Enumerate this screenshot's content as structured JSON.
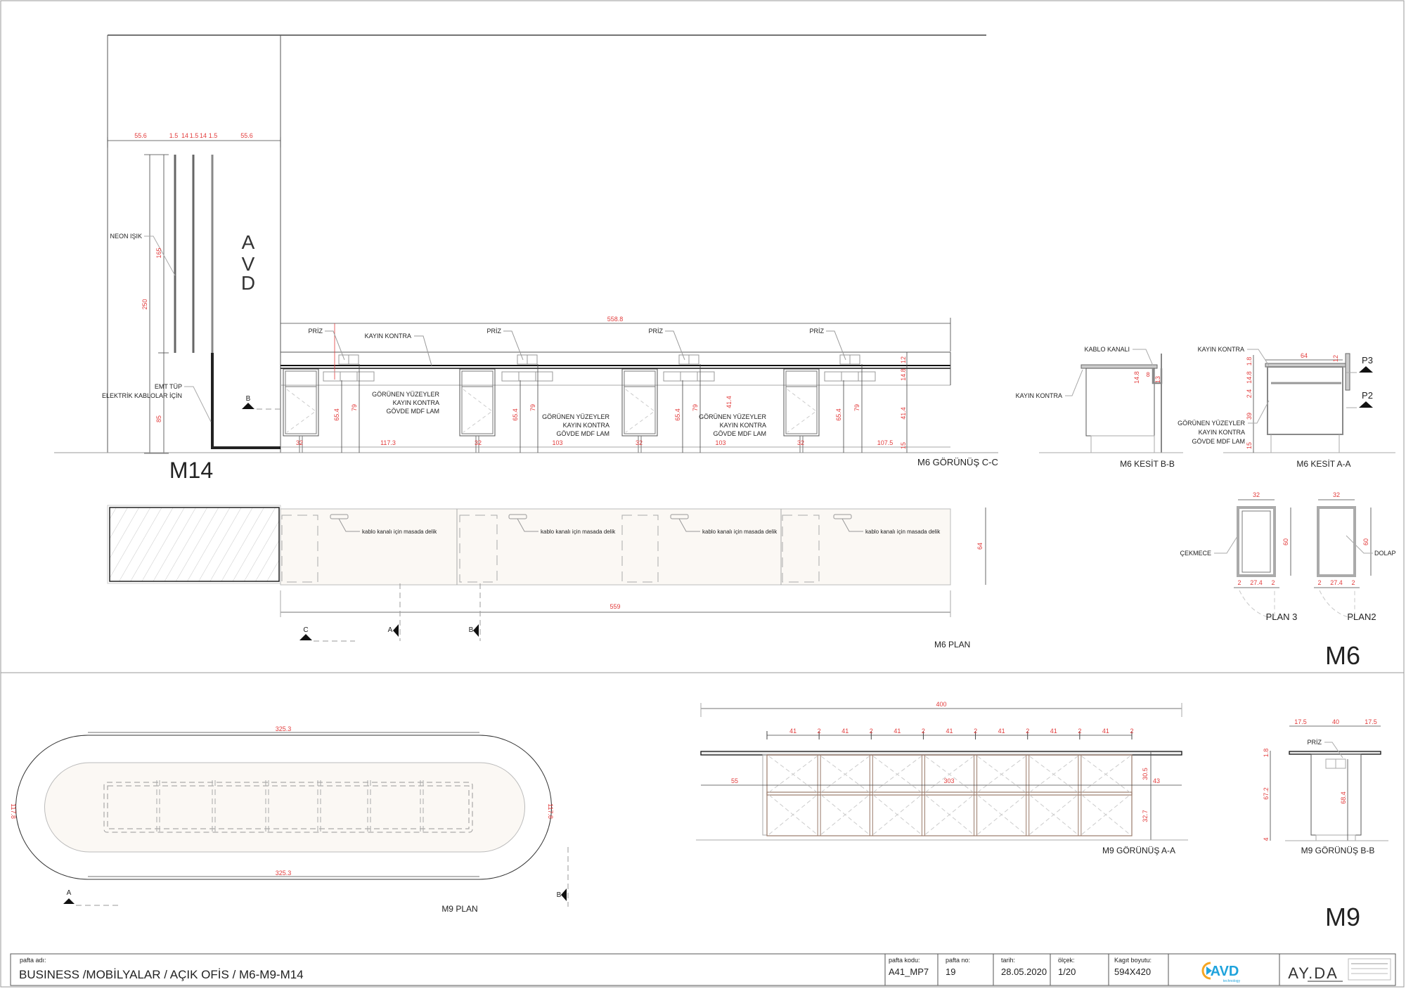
{
  "colors": {
    "dimension": "#e23b3b",
    "line": "#555555",
    "plan_fill": "#fbf8f4",
    "logo_orange": "#f5a623",
    "logo_blue": "#1fa3dc"
  },
  "title_block": {
    "sheet_name_label": "pafta adı:",
    "sheet_name": "BUSINESS /MOBİLYALAR / AÇIK OFİS / M6-M9-M14",
    "code_label": "pafta kodu:",
    "code": "A41_MP7",
    "no_label": "pafta no:",
    "no": "19",
    "date_label": "tarih:",
    "date": "28.05.2020",
    "scale_label": "ölçek:",
    "scale": "1/20",
    "paper_label": "Kagıt boyutu:",
    "paper": "594X420",
    "logo1": "AVD",
    "logo1_sub": "technology",
    "logo2": "AY.DA"
  },
  "m14": {
    "title": "M14",
    "logo_letters": [
      "A",
      "V",
      "D"
    ],
    "neon_label": "NEON IŞIK",
    "emt_label": "EMT TÜP",
    "emt_label2": "ELEKTRİK KABLOLAR İÇİN",
    "dims_top": [
      "55.6",
      "1.5",
      "14",
      "1.5",
      "14",
      "1.5",
      "55.6"
    ],
    "dim_total": "250",
    "dim_neon": "165",
    "dim_base": "85",
    "marker": "B"
  },
  "m6": {
    "title": "M6",
    "elevation": {
      "title": "M6 GÖRÜNÜŞ C-C",
      "overall": "558.8",
      "priz": "PRİZ",
      "kayin": "KAYIN KONTRA",
      "note": [
        "GÖRÜNEN YÜZEYLER",
        "KAYIN KONTRA",
        "GÖVDE MDF LAM"
      ],
      "cabinet_width": "32",
      "socket_h": "65.4",
      "socket_h2": "79",
      "gaps": [
        "117.3",
        "103",
        "103",
        "107.5"
      ],
      "right_dims": [
        "12",
        "14.8",
        "41.4",
        "15"
      ],
      "mid_dim": "41.4"
    },
    "section_bb": {
      "title": "M6 KESİT B-B",
      "kablo": "KABLO KANALI",
      "kayin": "KAYIN KONTRA",
      "dims": [
        "14.8",
        "8",
        "13"
      ]
    },
    "section_aa": {
      "title": "M6 KESİT A-A",
      "kayin": "KAYIN KONTRA",
      "depth": "64",
      "dims": [
        "1.8",
        "14.8",
        "2.4",
        "39",
        "15"
      ],
      "top_dim": "12",
      "markers": [
        "P3",
        "P2"
      ]
    },
    "plan3": {
      "title": "PLAN 3",
      "label": "ÇEKMECE",
      "width": "32",
      "depth": "60",
      "inner": "27.4",
      "side": "2"
    },
    "plan2": {
      "title": "PLAN2",
      "label": "DOLAP",
      "width": "32",
      "depth": "60",
      "inner": "27.4",
      "side": "2"
    },
    "plan": {
      "title": "M6 PLAN",
      "hole_note": "kablo kanalı için masada delik",
      "length": "559",
      "depth": "64",
      "markers": [
        "C",
        "A",
        "B"
      ]
    }
  },
  "m9": {
    "title": "M9",
    "plan": {
      "title": "M9 PLAN",
      "length": "325.3",
      "radius": "117.8",
      "markers": [
        "A",
        "B"
      ]
    },
    "elevation_aa": {
      "title": "M9 GÖRÜNÜŞ A-A",
      "overall": "400",
      "bay": "41",
      "post": "2",
      "left": "55",
      "mid": "303",
      "right": "43",
      "upper": "30.5",
      "lower": "32.7"
    },
    "elevation_bb": {
      "title": "M9 GÖRÜNÜŞ B-B",
      "dims": [
        "17.5",
        "40",
        "17.5"
      ],
      "priz": "PRİZ",
      "h1": "67.2",
      "h2": "68.4",
      "top": "1.8",
      "base": "4"
    }
  }
}
